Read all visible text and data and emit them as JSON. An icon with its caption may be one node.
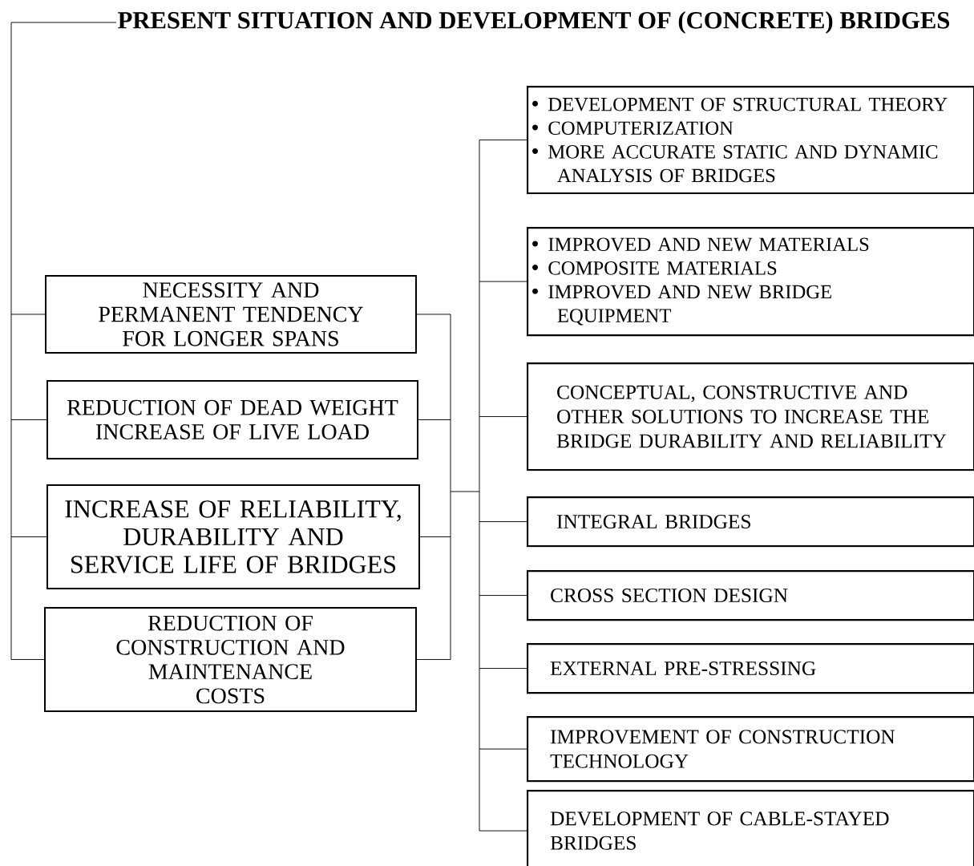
{
  "diagram": {
    "nodes": [
      {
        "text": [
          "PRESENT SITUATION AND DEVELOPMENT OF (CONCRETE) BRIDGES"
        ]
      },
      {
        "text": [
          "NECESSITY AND PERMANENT TENDENCY FOR LONGER SPANS"
        ]
      },
      {
        "text": [
          "REDUCTION OF DEAD WEIGHT INCREASE OF LIVE LOAD"
        ]
      },
      {
        "text": [
          "INCREASE OF RELIABILITY, DURABILITY AND SERVICE LIFE OF BRIDGES"
        ]
      },
      {
        "text": [
          "REDUCTION OF CONSTRUCTION AND MAINTENANCE COSTS"
        ]
      },
      {
        "text": [
          "DEVELOPMENT OF STRUCTURAL THEORY",
          "COMPUTERIZATION",
          "MORE ACCURATE STATIC AND DYNAMIC ANALYSIS OF BRIDGES"
        ]
      },
      {
        "text": [
          "IMPROVED AND NEW MATERIALS",
          "COMPOSITE MATERIALS",
          "IMPROVED AND NEW BRIDGE EQUIPMENT"
        ]
      },
      {
        "text": [
          "CONCEPTUAL, CONSTRUCTIVE AND OTHER SOLUTIONS TO INCREASE THE BRIDGE DURABILITY AND RELIABILITY"
        ]
      },
      {
        "text": [
          "INTEGRAL BRIDGES"
        ]
      },
      {
        "text": [
          "CROSS SECTION DESIGN"
        ]
      },
      {
        "text": [
          "EXTERNAL PRE-STRESSING"
        ]
      },
      {
        "text": [
          "IMPROVEMENT OF CONSTRUCTION TECHNOLOGY"
        ]
      },
      {
        "text": [
          "DEVELOPMENT OF CABLE-STAYED BRIDGES"
        ]
      }
    ],
    "edges": [
      {
        "from": 0,
        "to": 1,
        "arrow": "none"
      },
      {
        "from": 0,
        "to": 2,
        "arrow": "none"
      },
      {
        "from": 0,
        "to": 3,
        "arrow": "none"
      },
      {
        "from": 0,
        "to": 4,
        "arrow": "none"
      },
      {
        "from": 1,
        "to": 5,
        "arrow": "none"
      },
      {
        "from": 1,
        "to": 6,
        "arrow": "none"
      },
      {
        "from": 1,
        "to": 7,
        "arrow": "none"
      },
      {
        "from": 1,
        "to": 8,
        "arrow": "none"
      },
      {
        "from": 1,
        "to": 9,
        "arrow": "none"
      },
      {
        "from": 1,
        "to": 10,
        "arrow": "none"
      },
      {
        "from": 1,
        "to": 11,
        "arrow": "none"
      },
      {
        "from": 1,
        "to": 12,
        "arrow": "none"
      },
      {
        "from": 2,
        "to": 5,
        "arrow": "none"
      },
      {
        "from": 2,
        "to": 6,
        "arrow": "none"
      },
      {
        "from": 2,
        "to": 7,
        "arrow": "none"
      },
      {
        "from": 2,
        "to": 8,
        "arrow": "none"
      },
      {
        "from": 2,
        "to": 9,
        "arrow": "none"
      },
      {
        "from": 2,
        "to": 10,
        "arrow": "none"
      },
      {
        "from": 2,
        "to": 11,
        "arrow": "none"
      },
      {
        "from": 2,
        "to": 12,
        "arrow": "none"
      },
      {
        "from": 3,
        "to": 5,
        "arrow": "none"
      },
      {
        "from": 3,
        "to": 6,
        "arrow": "none"
      },
      {
        "from": 3,
        "to": 7,
        "arrow": "none"
      },
      {
        "from": 3,
        "to": 8,
        "arrow": "none"
      },
      {
        "from": 3,
        "to": 9,
        "arrow": "none"
      },
      {
        "from": 3,
        "to": 10,
        "arrow": "none"
      },
      {
        "from": 3,
        "to": 11,
        "arrow": "none"
      },
      {
        "from": 3,
        "to": 12,
        "arrow": "none"
      },
      {
        "from": 4,
        "to": 5,
        "arrow": "none"
      },
      {
        "from": 4,
        "to": 6,
        "arrow": "none"
      },
      {
        "from": 4,
        "to": 7,
        "arrow": "none"
      },
      {
        "from": 4,
        "to": 8,
        "arrow": "none"
      },
      {
        "from": 4,
        "to": 9,
        "arrow": "none"
      },
      {
        "from": 4,
        "to": 10,
        "arrow": "none"
      },
      {
        "from": 4,
        "to": 11,
        "arrow": "none"
      },
      {
        "from": 4,
        "to": 12,
        "arrow": "none"
      }
    ]
  }
}
